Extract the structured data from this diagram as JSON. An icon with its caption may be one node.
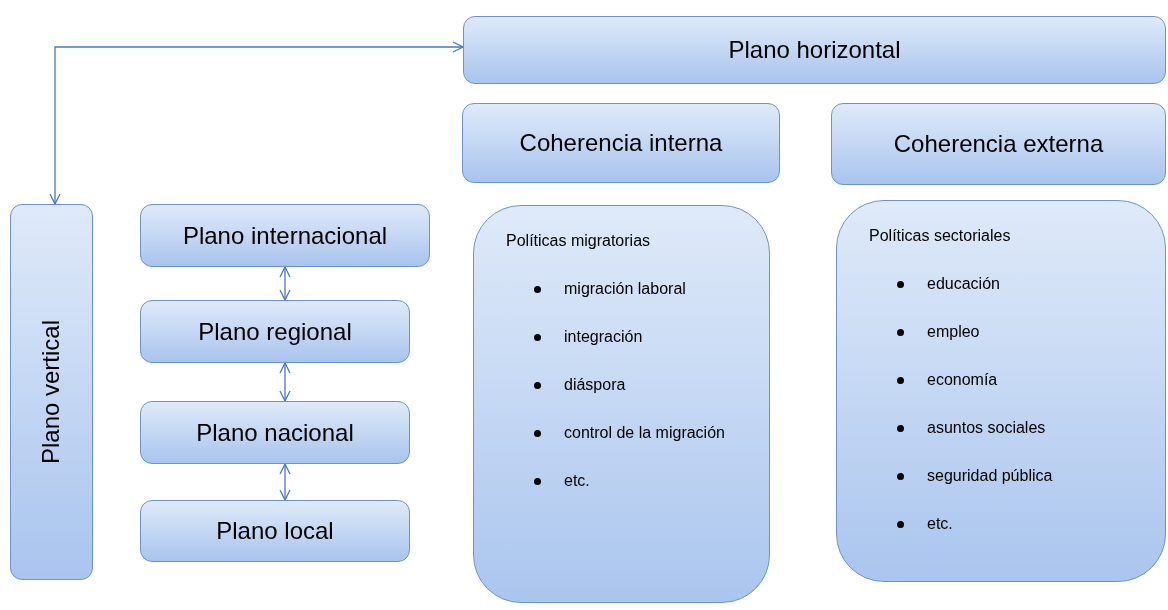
{
  "diagram": {
    "nodes": [
      {
        "text": [
          "Plano horizontal"
        ]
      },
      {
        "text": [
          "Coherencia interna"
        ]
      },
      {
        "text": [
          "Coherencia externa"
        ]
      },
      {
        "text": [
          "Plano vertical"
        ]
      },
      {
        "text": [
          "Plano internacional"
        ]
      },
      {
        "text": [
          "Plano regional"
        ]
      },
      {
        "text": [
          "Plano nacional"
        ]
      },
      {
        "text": [
          "Plano local"
        ]
      },
      {
        "text": [
          "Políticas migratorias",
          "migración laboral",
          "integración",
          "diáspora",
          "control de la migración",
          "etc."
        ]
      },
      {
        "text": [
          "Políticas sectoriales",
          "educación",
          "empleo",
          "economía",
          "asuntos sociales",
          "seguridad pública",
          "etc."
        ]
      }
    ],
    "edges": [
      {
        "from": 3,
        "to": 0,
        "arrow": "both"
      },
      {
        "from": 4,
        "to": 5,
        "arrow": "both"
      },
      {
        "from": 5,
        "to": 6,
        "arrow": "both"
      },
      {
        "from": 6,
        "to": 7,
        "arrow": "both"
      }
    ]
  }
}
